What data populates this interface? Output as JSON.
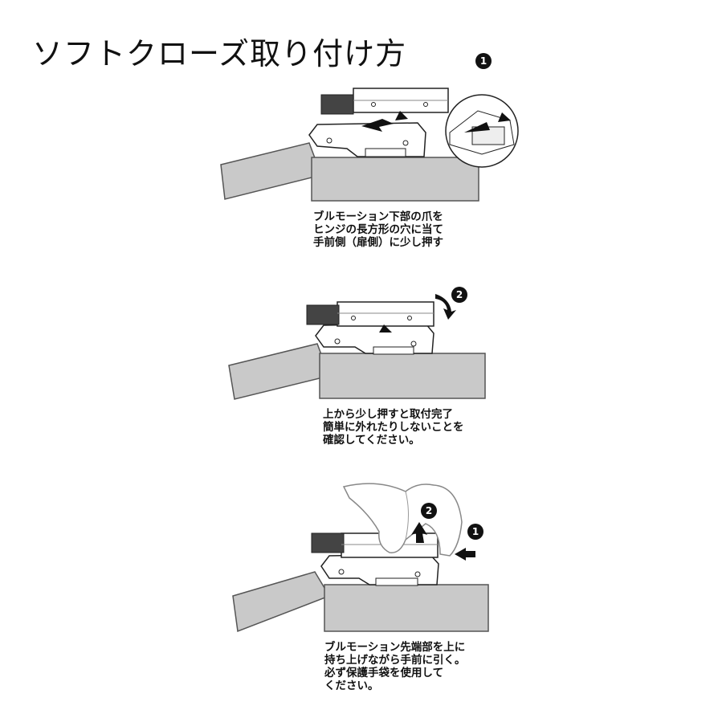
{
  "title": "ソフトクローズ取り付け方",
  "steps": [
    {
      "badges": [
        "1"
      ],
      "caption": [
        "ブルモーション下部の爪を",
        "ヒンジの長方形の穴に当て",
        "手前側（扉側）に少し押す"
      ]
    },
    {
      "badges": [
        "2"
      ],
      "caption": [
        "上から少し押すと取付完了",
        "簡単に外れたりしないことを",
        "確認してください。"
      ]
    },
    {
      "badges": [
        "2",
        "1"
      ],
      "caption": [
        "ブルモーション先端部を上に",
        "持ち上げながら手前に引く。",
        "必ず保護手袋を使用して",
        "ください。"
      ]
    }
  ],
  "colors": {
    "panel_fill": "#c9c9c9",
    "panel_stroke": "#555555",
    "part_fill": "#ffffff",
    "arrow": "#111111",
    "badge": "#111111"
  }
}
